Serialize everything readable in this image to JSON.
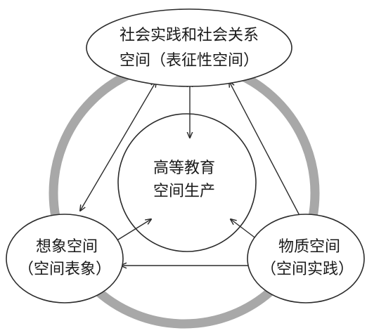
{
  "diagram": {
    "colors": {
      "ring": "#a8a8a8",
      "stroke": "#2b2b2b",
      "text": "#1a1a1a"
    },
    "nodes": {
      "top": {
        "line1": "社会实践和社会关系",
        "line2": "空间（表征性空间）"
      },
      "center": {
        "line1": "高等教育",
        "line2": "空间生产"
      },
      "left": {
        "line1": "想象空间",
        "line2": "（空间表象）"
      },
      "right": {
        "line1": "物质空间",
        "line2": "（空间实践）"
      }
    }
  }
}
